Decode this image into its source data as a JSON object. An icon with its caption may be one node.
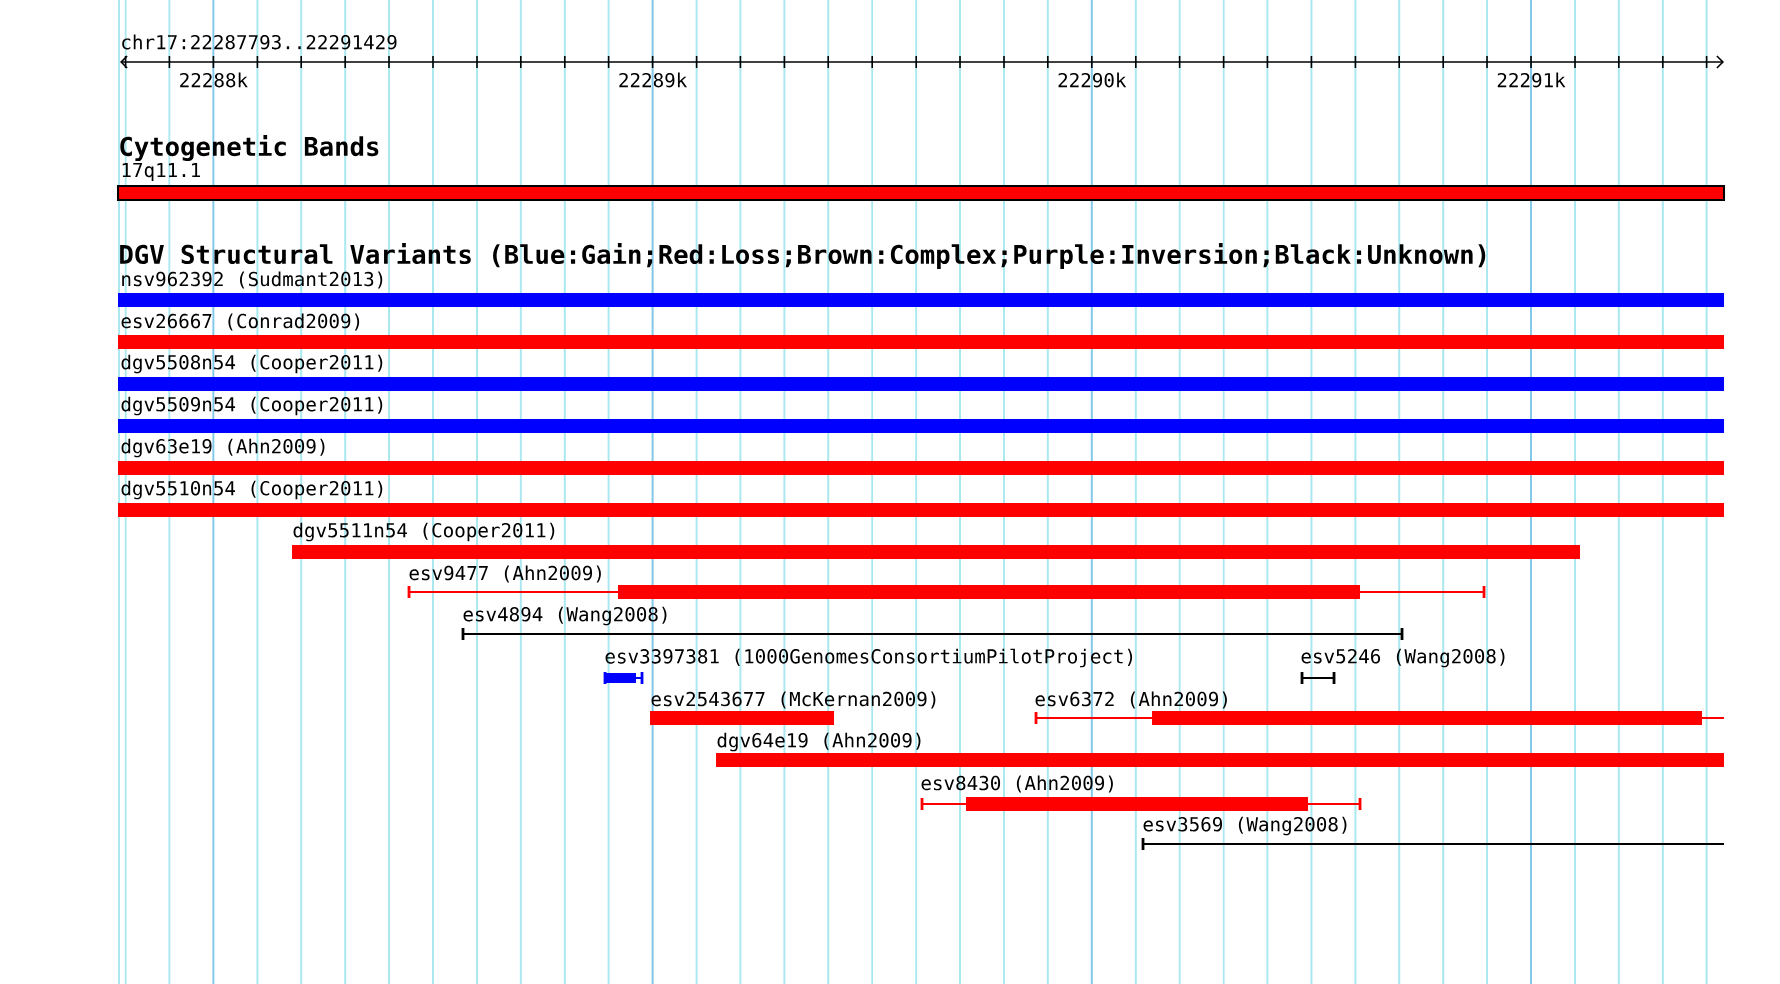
{
  "diagram": {
    "nodes": [
      {
        "text": [
          "17q11.1"
        ]
      },
      {
        "text": [
          "nsv962392 (Sudmant2013)"
        ]
      },
      {
        "text": [
          "esv26667 (Conrad2009)"
        ]
      },
      {
        "text": [
          "dgv5508n54 (Cooper2011)"
        ]
      },
      {
        "text": [
          "dgv5509n54 (Cooper2011)"
        ]
      },
      {
        "text": [
          "dgv63e19 (Ahn2009)"
        ]
      },
      {
        "text": [
          "dgv5510n54 (Cooper2011)"
        ]
      },
      {
        "text": [
          "dgv5511n54 (Cooper2011)"
        ]
      },
      {
        "text": [
          "esv9477 (Ahn2009)"
        ]
      },
      {
        "text": [
          "esv4894 (Wang2008)"
        ]
      },
      {
        "text": [
          "esv3397381 (1000GenomesConsortiumPilotProject)"
        ]
      },
      {
        "text": [
          "esv5246 (Wang2008)"
        ]
      },
      {
        "text": [
          "esv2543677 (McKernan2009)"
        ]
      },
      {
        "text": [
          "esv6372 (Ahn2009)"
        ]
      },
      {
        "text": [
          "dgv64e19 (Ahn2009)"
        ]
      },
      {
        "text": [
          "esv8430 (Ahn2009)"
        ]
      },
      {
        "text": [
          "esv3569 (Wang2008)"
        ]
      }
    ],
    "labels": [
      "chr17:22287793..22291429",
      "22288k",
      "22289k",
      "22290k",
      "22291k",
      "Cytogenetic Bands",
      "DGV Structural Variants (Blue:Gain;Red:Loss;Brown:Complex;Purple:Inversion;Black:Unknown)"
    ]
  }
}
